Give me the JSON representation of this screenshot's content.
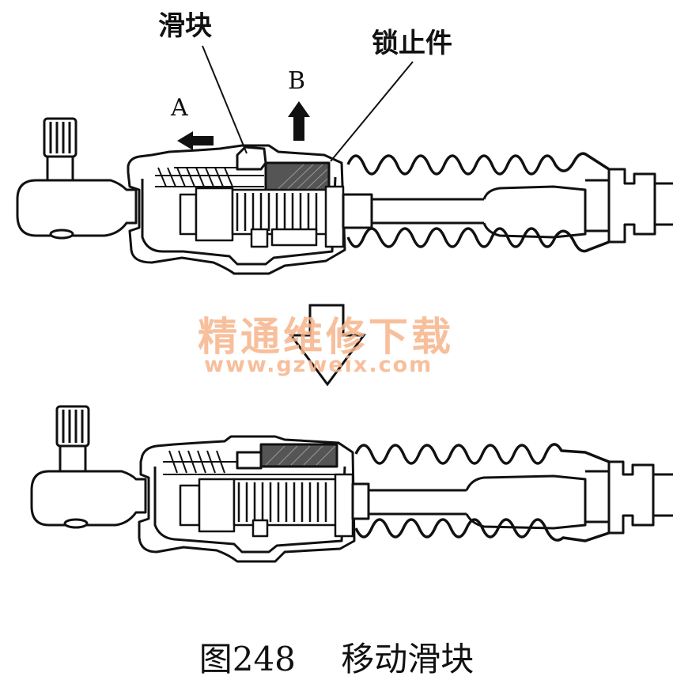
{
  "labels": {
    "slider": "滑块",
    "lock": "锁止件",
    "dir_a": "A",
    "dir_b": "B"
  },
  "watermark": {
    "line1": "精通维修下载",
    "line2": "www.gzweix.com",
    "color": "#f6b48a"
  },
  "caption": {
    "figure_no": "图248",
    "title": "移动滑块"
  }
}
